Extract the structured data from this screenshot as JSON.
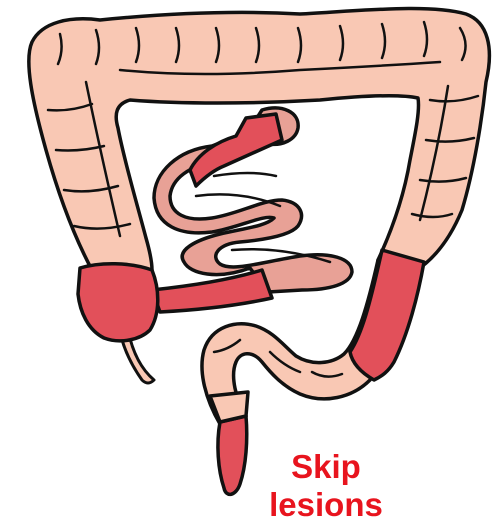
{
  "labels": {
    "line1": "Skip",
    "line2": "lesions"
  },
  "colors": {
    "healthy_colon": "#f9c8b4",
    "small_bowel": "#e8a196",
    "lesion": "#e2505a",
    "outline": "#111111",
    "label_text": "#e8141e"
  },
  "regions": [
    "appendix",
    "cecum-lesion",
    "terminal-ileum-lesion",
    "small-intestine",
    "jejunum-lesion",
    "ascending-colon",
    "transverse-colon",
    "descending-colon",
    "descending-colon-lesion",
    "sigmoid-colon",
    "sigmoid-lesion",
    "rectum",
    "rectal-lesion"
  ]
}
